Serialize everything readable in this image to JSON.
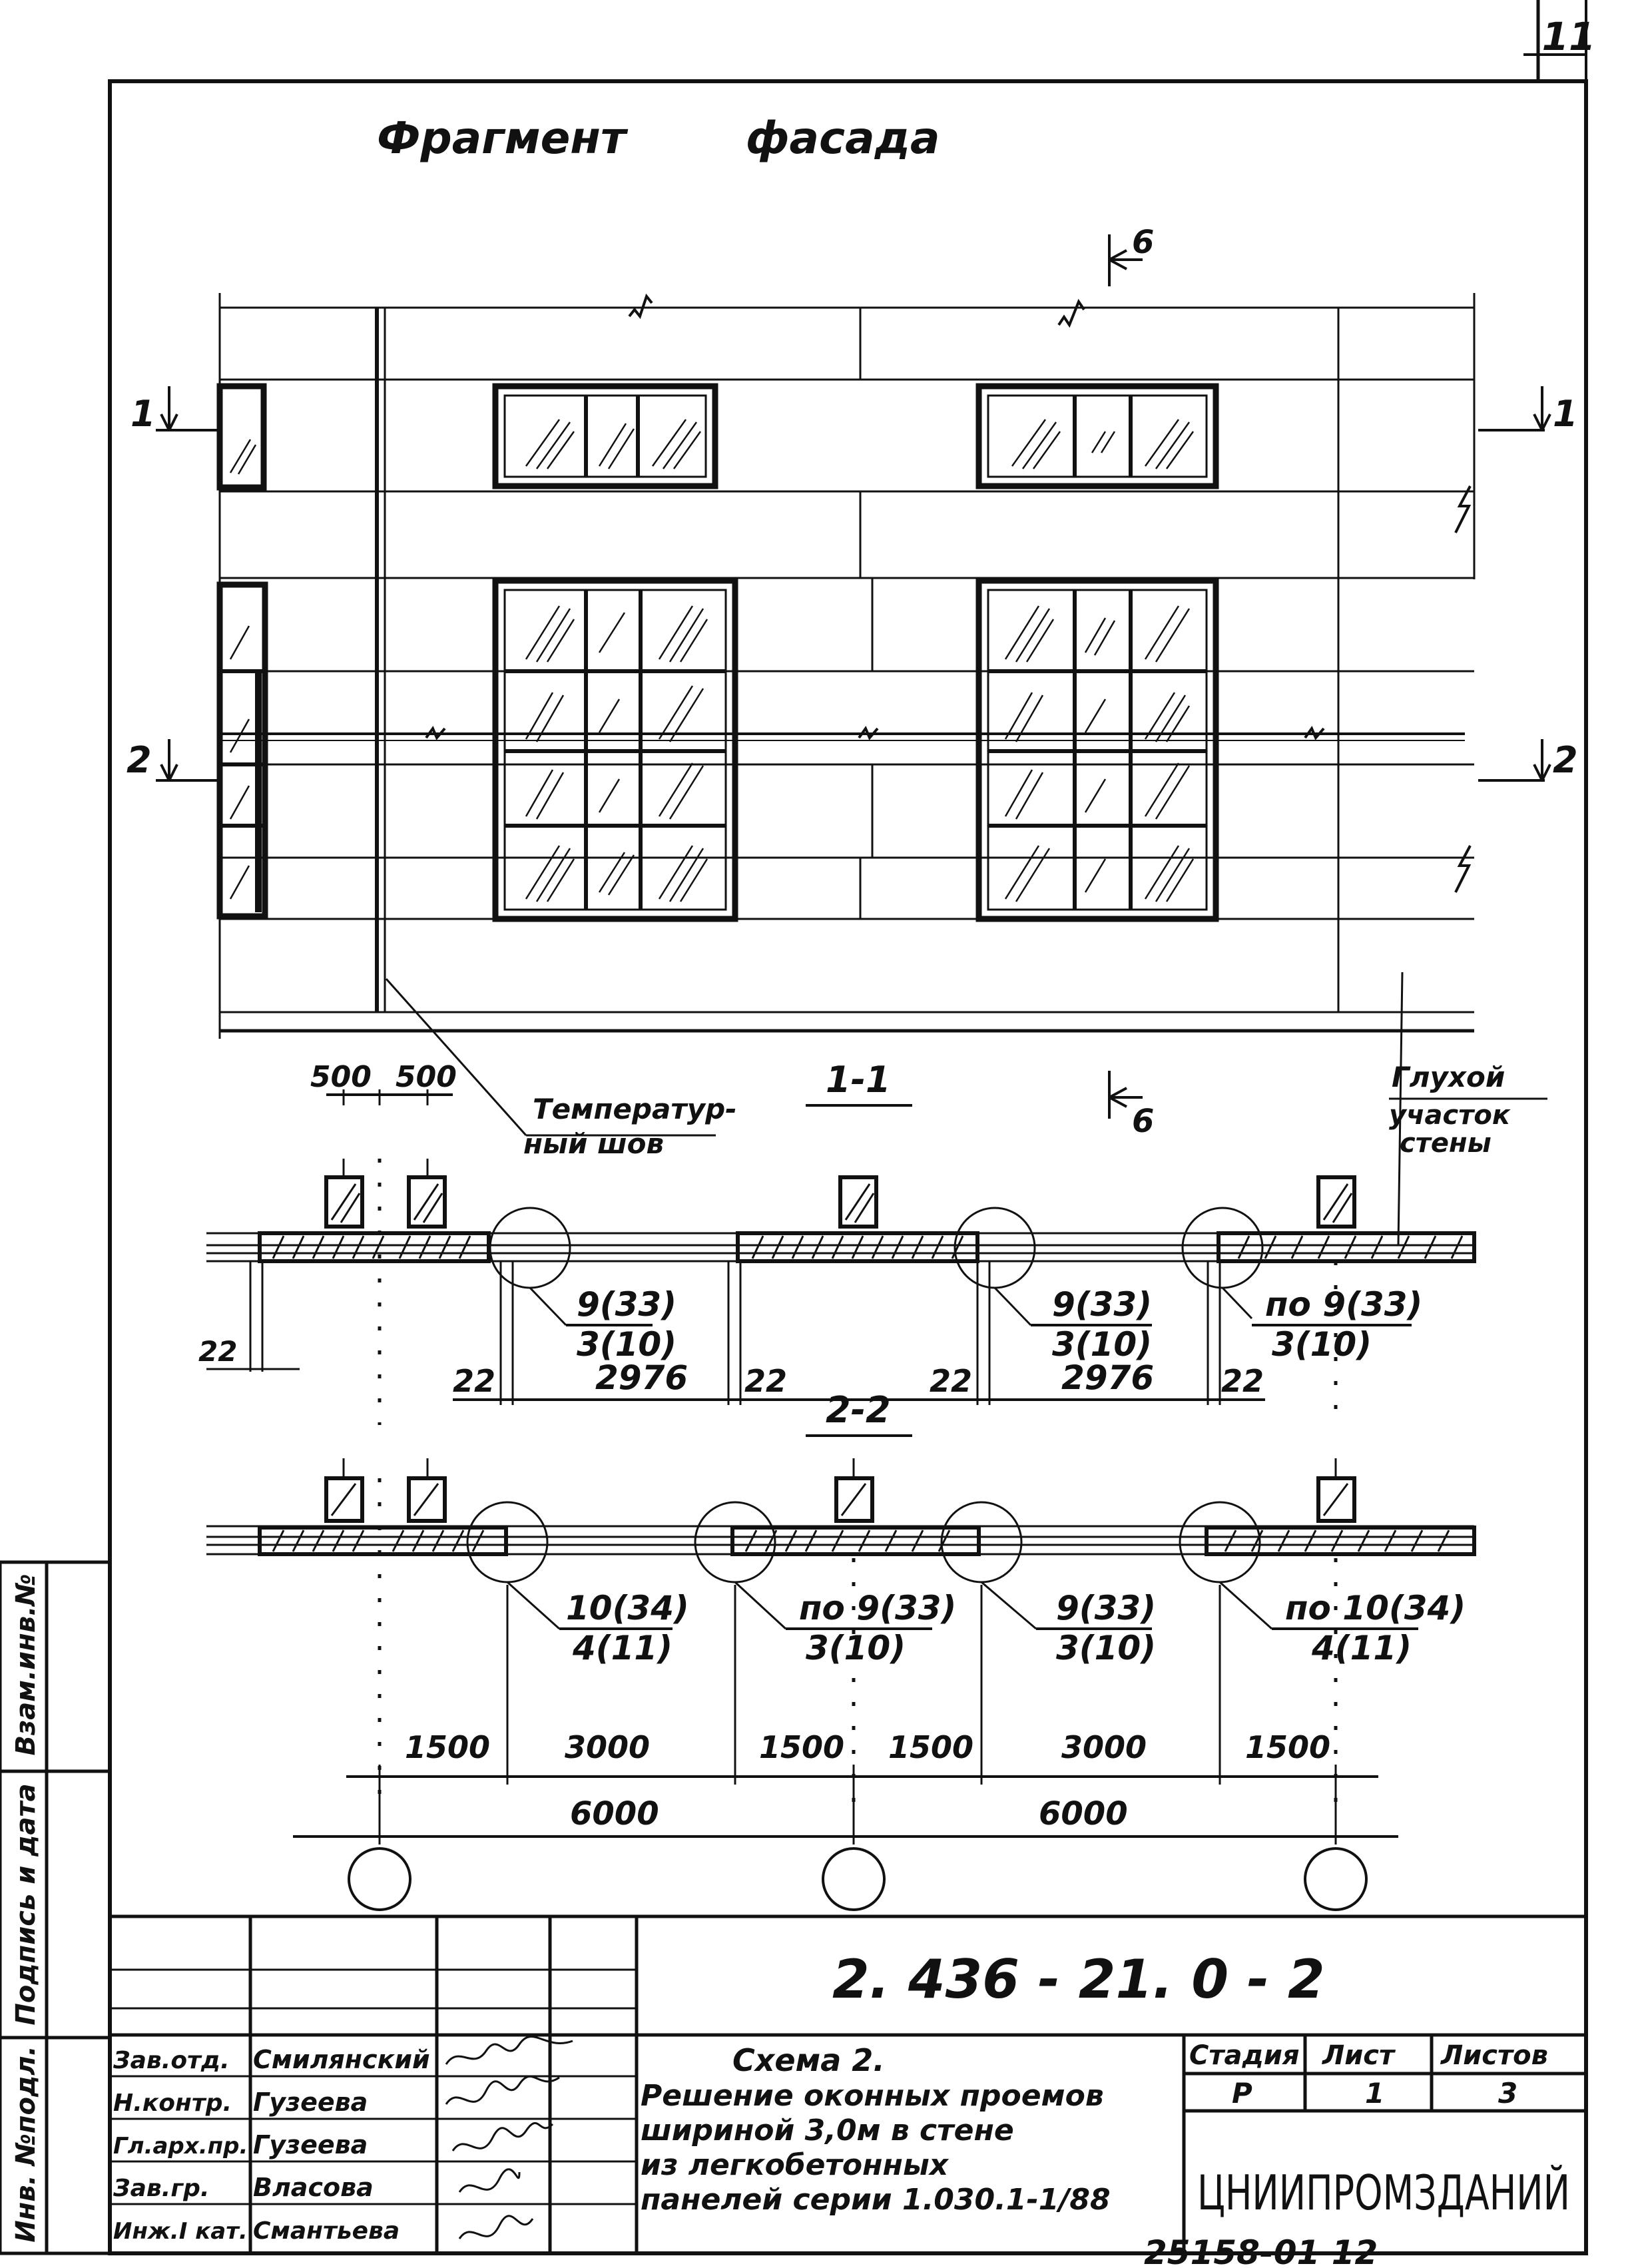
{
  "sheet_number": "11",
  "title_left": "Фрагмент",
  "title_right": "фасада",
  "sections": {
    "s6_top": "6",
    "s6_bottom": "6",
    "s1_left": "1",
    "s1_right": "1",
    "s2_left": "2",
    "s2_right": "2",
    "s11_title": "1-1",
    "s22_title": "2-2"
  },
  "notes": {
    "temp_joint_line1": "Температур-",
    "temp_joint_line2": "ный шов",
    "blind_line1": "Глухой",
    "blind_line2": "участок",
    "blind_line3": "стены"
  },
  "dims_11": {
    "d500a": "500",
    "d500b": "500",
    "d22_left": "22",
    "d22_a": "22",
    "d22_b": "22",
    "d22_c": "22",
    "d22_d": "22",
    "d2976_a": "2976",
    "d2976_b": "2976",
    "c1_top": "9(33)",
    "c1_bot": "3(10)",
    "c2_top": "9(33)",
    "c2_bot": "3(10)",
    "c3_top": "по 9(33)",
    "c3_bot": "3(10)"
  },
  "dims_22": {
    "c1_top": "10(34)",
    "c1_bot": "4(11)",
    "c2_top": "по 9(33)",
    "c2_bot": "3(10)",
    "c3_top": "9(33)",
    "c3_bot": "3(10)",
    "c4_top": "по 10(34)",
    "c4_bot": "4(11)",
    "d1500a": "1500",
    "d3000a": "3000",
    "d1500b": "1500",
    "d1500c": "1500",
    "d3000b": "3000",
    "d1500d": "1500",
    "d6000a": "6000",
    "d6000b": "6000"
  },
  "stamp": {
    "doc_code": "2. 436 - 21. 0 - 2",
    "desc_line1": "Схема 2.",
    "desc_line2": "Решение оконных проемов",
    "desc_line3": "шириной 3,0м в стене",
    "desc_line4": "из легкобетонных",
    "desc_line5": "панелей серии 1.030.1-1/88",
    "stage_label": "Стадия",
    "sheet_label": "Лист",
    "sheets_label": "Листов",
    "stage_value": "Р",
    "sheet_value": "1",
    "sheets_value": "3",
    "org": "ЦНИИПРОМЗДАНИЙ",
    "roles": [
      "Зав.отд.",
      "Н.контр.",
      "Гл.арх.пр.",
      "Зав.гр.",
      "Инж.I кат."
    ],
    "names": [
      "Смилянский",
      "Гузеева",
      "Гузеева",
      "Власова",
      "Смантьева"
    ],
    "side_inv_sub": "Инв. №подл.",
    "side_sign_date": "Подпись и дата",
    "side_replace": "Взам.инв.№"
  },
  "footer_code": "25158-01  12"
}
